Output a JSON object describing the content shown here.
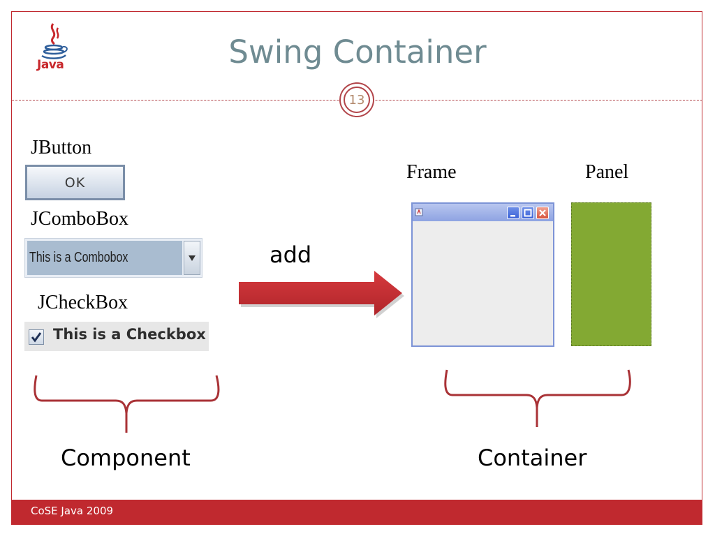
{
  "slide": {
    "title": "Swing Container",
    "number": "13",
    "logo_text": "Java",
    "footer": "CoSE Java 2009"
  },
  "components": {
    "jbutton_label": "JButton",
    "ok_button": "OK",
    "jcombobox_label": "JComboBox",
    "combobox_value": "This is a Combobox",
    "jcheckbox_label": "JCheckBox",
    "checkbox_text": "This is a Checkbox",
    "checkbox_checked": true,
    "group_label": "Component"
  },
  "arrow": {
    "label": "add",
    "color": "#c0292f"
  },
  "containers": {
    "frame_label": "Frame",
    "panel_label": "Panel",
    "group_label": "Container",
    "panel_color": "#83a933"
  },
  "icons": [
    "java-logo-icon",
    "combo-arrow-icon",
    "check-icon",
    "frame-app-icon",
    "minimize-icon",
    "maximize-icon",
    "close-icon",
    "brace-icon",
    "arrow-icon"
  ]
}
